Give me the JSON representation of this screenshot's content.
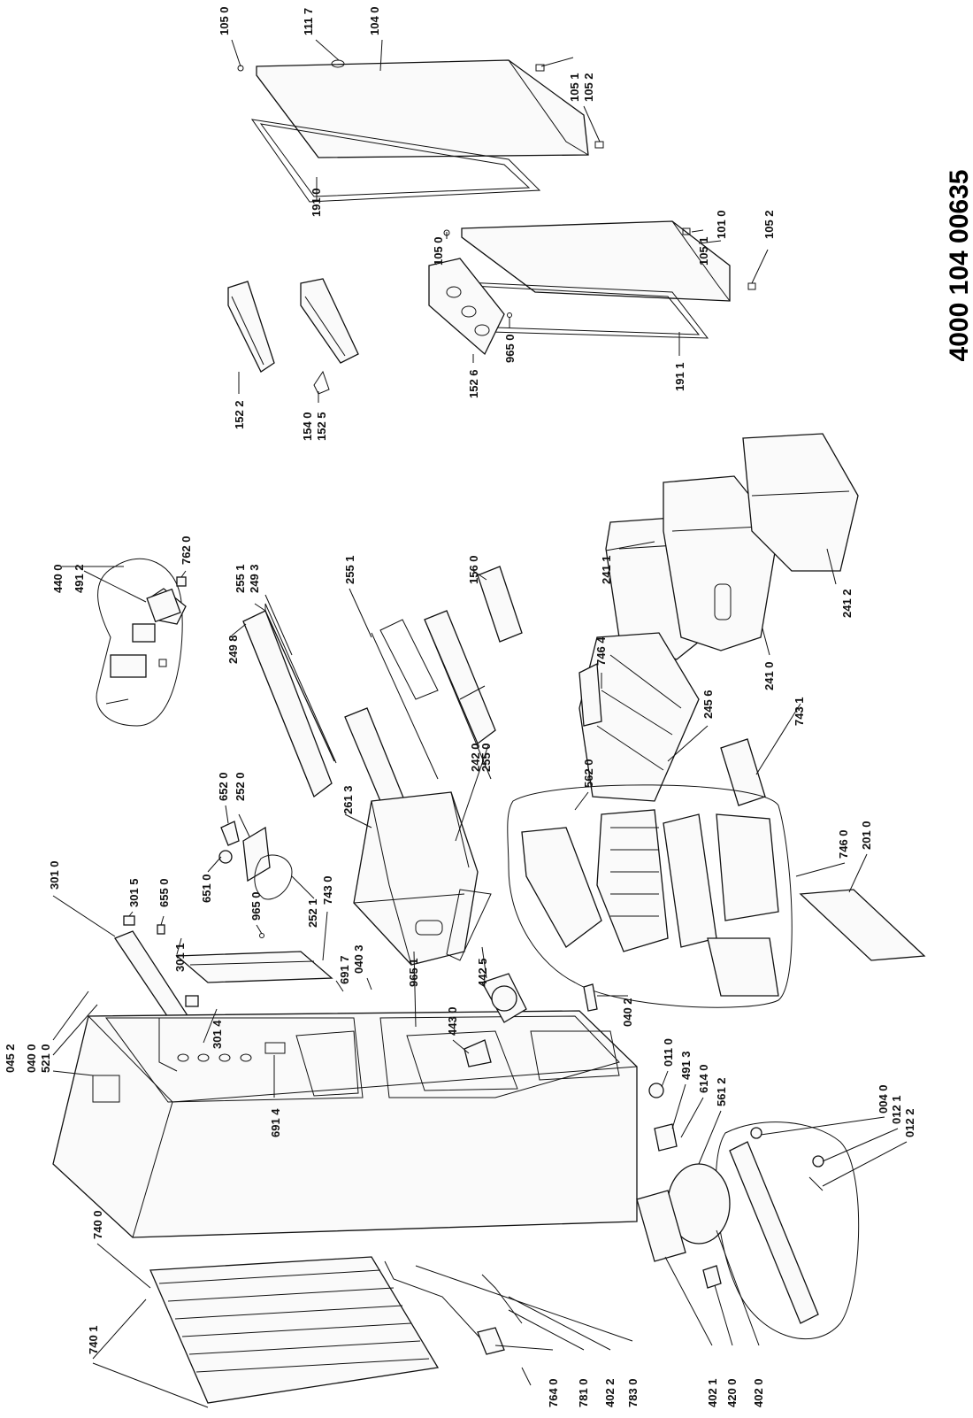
{
  "document_number": "4000 104 00635",
  "callouts": [
    "105 0",
    "111 7",
    "104 0",
    "105 1",
    "105 2",
    "191 0",
    "105 0",
    "105 1",
    "101 0",
    "105 2",
    "191 1",
    "965 0",
    "152 6",
    "152 2",
    "154 0",
    "152 5",
    "440 0",
    "491 2",
    "762 0",
    "255 1",
    "249 3",
    "249 8",
    "255 1",
    "156 0",
    "255 0",
    "242 0",
    "261 3",
    "652 0",
    "252 0",
    "651 0",
    "252 1",
    "743 0",
    "965 0",
    "301 0",
    "301 5",
    "655 0",
    "301 1",
    "301 4",
    "045 2",
    "040 0",
    "521 0",
    "691 7",
    "040 3",
    "965 1",
    "442 5",
    "443 0",
    "691 4",
    "040 2",
    "241 1",
    "746 4",
    "245 6",
    "241 0",
    "743 1",
    "241 2",
    "562 0",
    "746 0",
    "201 0",
    "011 0",
    "491 3",
    "614 0",
    "561 2",
    "004 0",
    "012 1",
    "012 2",
    "740 0",
    "740 1",
    "764 0",
    "781 0",
    "402 2",
    "783 0",
    "402 1",
    "420 0",
    "402 0"
  ]
}
